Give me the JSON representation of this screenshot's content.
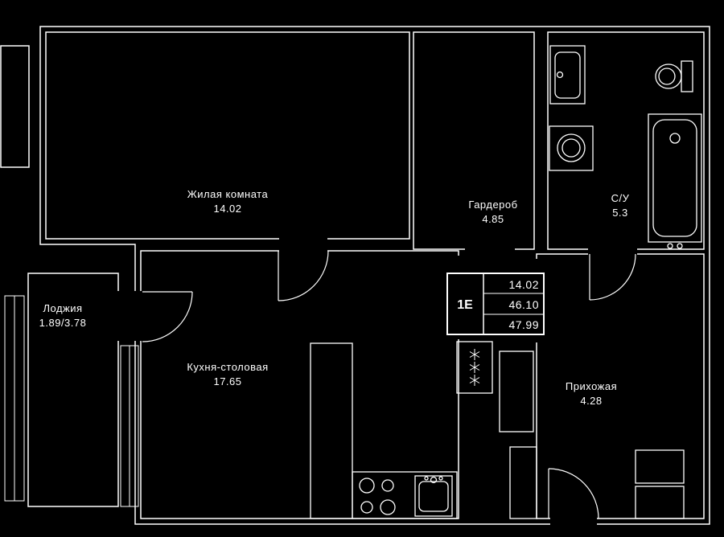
{
  "plan": {
    "info_box": {
      "unit_type": "1Е",
      "values": [
        "14.02",
        "46.10",
        "47.99"
      ]
    },
    "rooms": [
      {
        "name": "Жилая комната",
        "area": "14.02"
      },
      {
        "name": "Гардероб",
        "area": "4.85"
      },
      {
        "name": "С/У",
        "area": "5.3"
      },
      {
        "name": "Лоджия",
        "area": "1.89/3.78"
      },
      {
        "name": "Кухня-столовая",
        "area": "17.65"
      },
      {
        "name": "Прихожая",
        "area": "4.28"
      }
    ],
    "icons": [
      "washbasin-icon",
      "washing-machine-icon",
      "toilet-icon",
      "bathtub-icon",
      "bath-faucet-icon",
      "stove-icon",
      "kitchen-sink-icon",
      "ventilation-shaft-icon",
      "living-room-door-icon",
      "balcony-door-icon",
      "bathroom-door-icon",
      "entrance-door-icon",
      "window-icon"
    ],
    "colors": {
      "background": "#000000",
      "lines": "#ffffff",
      "text": "#ffffff"
    }
  }
}
